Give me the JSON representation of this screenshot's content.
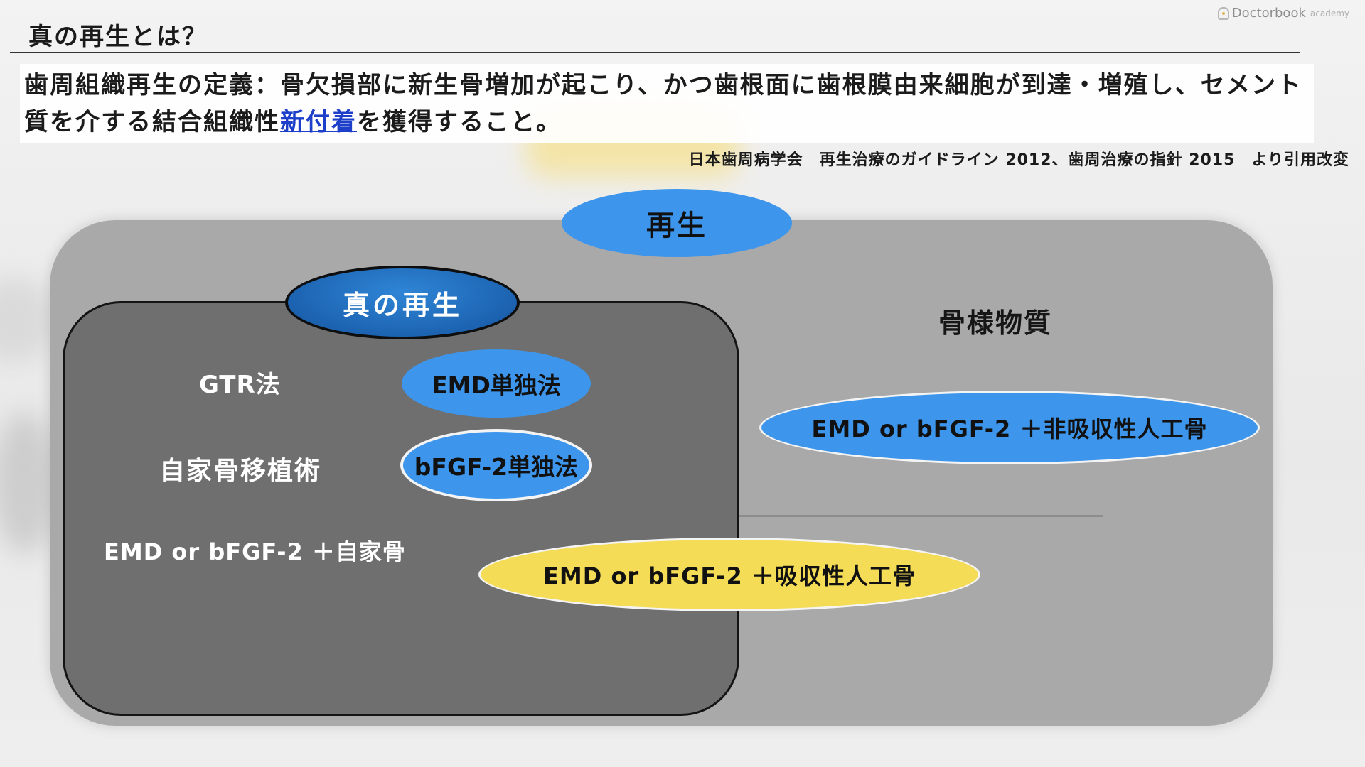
{
  "header": {
    "title": "真の再生とは？",
    "logo_text": "Doctorbook",
    "logo_sub": "academy"
  },
  "definition": {
    "prefix": "歯周組織再生の定義：骨欠損部に新生骨増加が起こり、かつ歯根面に歯根膜由来細胞が到達・増殖し、セメント質を介する結合組織性",
    "highlight": "新付着",
    "suffix": "を獲得すること。",
    "highlight_color": "#1d3fc9"
  },
  "source": "日本歯周病学会　再生治療のガイドライン 2012、歯周治療の指針 2015　より引用改変",
  "diagram": {
    "regeneration": "再生",
    "true_regeneration": "真の再生",
    "bone_like": "骨様物質",
    "gtr": "GTR法",
    "autograft": "自家骨移植術",
    "emd_autograft": "EMD or bFGF-2 ＋自家骨",
    "emd_alone": "EMD単独法",
    "bfgf_alone": "bFGF-2単独法",
    "non_resorbable": "EMD or bFGF-2 ＋非吸収性人工骨",
    "resorbable": "EMD or bFGF-2 ＋吸収性人工骨",
    "colors": {
      "blue": "#3d96ec",
      "dark_blue": "#1c63b1",
      "yellow": "#f4dc56",
      "outer_gray": "#a9a9a9",
      "inner_gray": "#6f6f6f"
    }
  }
}
